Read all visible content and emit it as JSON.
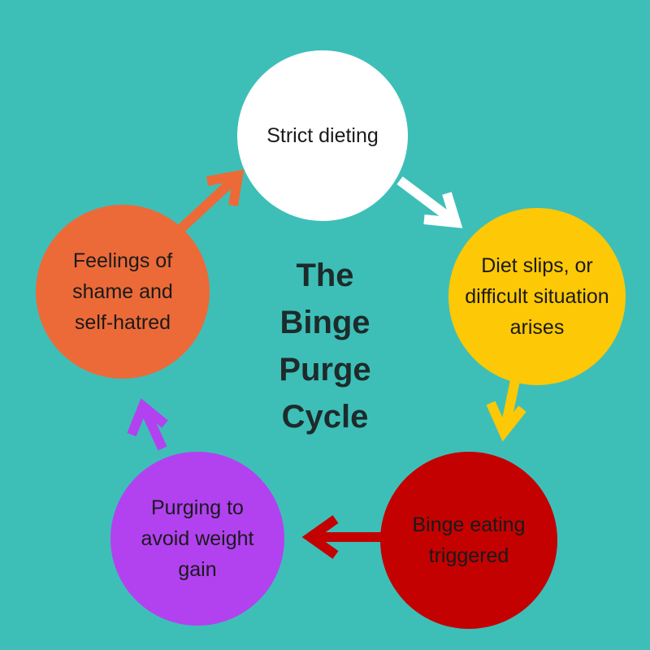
{
  "title_lines": [
    "The",
    "Binge",
    "Purge",
    "Cycle"
  ],
  "nodes": [
    {
      "id": "strict",
      "lines": [
        "Strict dieting"
      ],
      "color": "#ffffff"
    },
    {
      "id": "slips",
      "lines": [
        "Diet slips, or",
        "difficult situation",
        "arises"
      ],
      "color": "#fdc806"
    },
    {
      "id": "binge",
      "lines": [
        "Binge eating",
        "triggered"
      ],
      "color": "#c40101"
    },
    {
      "id": "purge",
      "lines": [
        "Purging to",
        "avoid weight",
        "gain"
      ],
      "color": "#b242f0"
    },
    {
      "id": "shame",
      "lines": [
        "Feelings of",
        "shame and",
        "self-hatred"
      ],
      "color": "#ec6a38"
    }
  ],
  "colors": {
    "background": "#3dbfb8",
    "title_text": "#1d2b2a",
    "node_text": "#1a1a1a",
    "arrow_strict_to_slips": "#ffffff",
    "arrow_slips_to_binge": "#fdc806",
    "arrow_binge_to_purge": "#c40101",
    "arrow_purge_to_shame": "#b242f0",
    "arrow_shame_to_strict": "#ec6a38"
  }
}
